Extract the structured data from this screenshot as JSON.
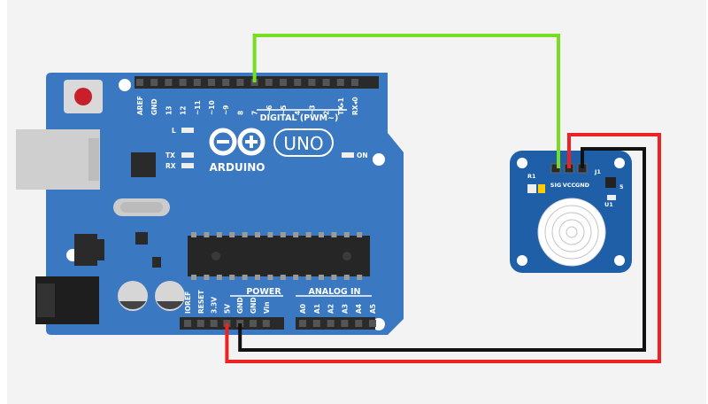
{
  "board": {
    "brand": "ARDUINO",
    "model": "UNO",
    "on_label": "ON",
    "led_l": "L",
    "led_tx": "TX",
    "led_rx": "RX",
    "digital_header_label": "DIGITAL (PWM~)",
    "power_header_label": "POWER",
    "analog_header_label": "ANALOG IN",
    "digital_pins": [
      "AREF",
      "GND",
      "13",
      "12",
      "~11",
      "~10",
      "~9",
      "8",
      "7",
      "~6",
      "~5",
      "4",
      "~3",
      "2",
      "TX▸1",
      "RX◂0"
    ],
    "power_pins": [
      "IOREF",
      "RESET",
      "3.3V",
      "5V",
      "GND",
      "GND",
      "Vin"
    ],
    "analog_pins": [
      "A0",
      "A1",
      "A2",
      "A3",
      "A4",
      "A5"
    ],
    "color": "#3a78c2"
  },
  "sensor": {
    "pins": [
      "SIG",
      "VCC",
      "GND"
    ],
    "connector_label": "J1",
    "r1_label": "R1",
    "r2_label": "5",
    "u1_label": "U1",
    "color": "#1f5fa8"
  },
  "wires": [
    {
      "from": "7",
      "to": "SIG",
      "color": "#77dd22"
    },
    {
      "from": "5V",
      "to": "VCC",
      "color": "#ee2222"
    },
    {
      "from": "GND",
      "to": "GND",
      "color": "#111111"
    }
  ]
}
